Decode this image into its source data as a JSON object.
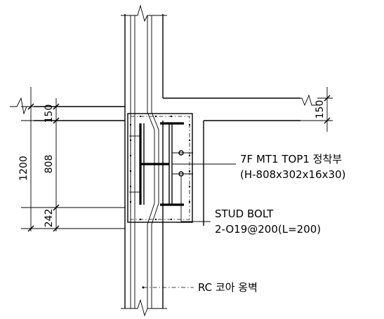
{
  "labels": {
    "connection_line1": "7F MT1 TOP1 정착부",
    "connection_line2": "(H-808x302x16x30)",
    "stud_line1": "STUD BOLT",
    "stud_line2": "2-O19@200(L=200)",
    "wall": "RC 코아 옹벽"
  },
  "dimensions": {
    "left_total": "1200",
    "left_top": "150",
    "left_middle": "808",
    "left_bottom": "242",
    "right_slab": "150"
  }
}
